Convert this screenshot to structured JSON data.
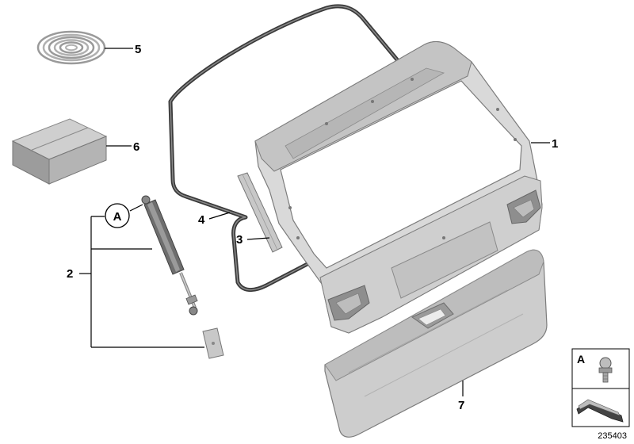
{
  "callouts": {
    "part_1": "1",
    "part_2": "2",
    "part_3": "3",
    "part_4": "4",
    "part_5": "5",
    "part_6": "6",
    "part_7": "7",
    "detail_a": "A"
  },
  "legend": {
    "letter": "A"
  },
  "reference_number": "235403",
  "colors": {
    "part_fill": "#d6d6d6",
    "part_dark": "#a8a8a8",
    "part_light": "#ececec",
    "seal": "#3a3a3a",
    "line": "#000000"
  }
}
